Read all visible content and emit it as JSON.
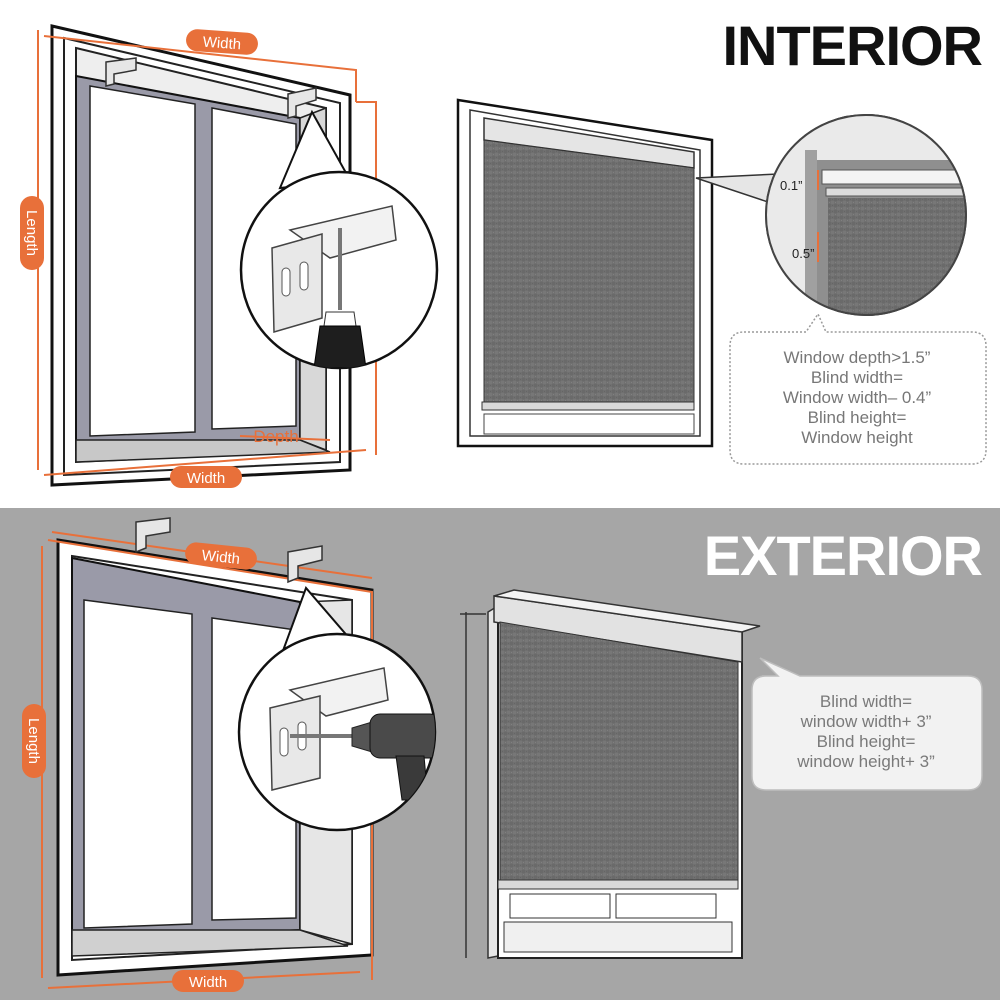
{
  "sections": {
    "interior": {
      "title": "INTERIOR"
    },
    "exterior": {
      "title": "EXTERIOR"
    }
  },
  "labels": {
    "width": "Width",
    "length": "Length",
    "depth": "Depth"
  },
  "interior_detail": {
    "gap_top": "0.1”",
    "gap_side": "0.5”"
  },
  "interior_note": {
    "lines": [
      "Window depth>1.5”",
      "Blind width=",
      "Window width– 0.4”",
      "Blind height=",
      "Window height"
    ]
  },
  "exterior_note": {
    "lines": [
      "Blind width=",
      "window width+ 3”",
      "Blind height=",
      "window height+ 3”"
    ]
  },
  "colors": {
    "accent_orange": "#e8703a",
    "fabric_gray": "#6f6f6f",
    "exterior_background": "#a6a6a6",
    "interior_background": "#ffffff"
  },
  "icons": {
    "bracket": "mounting-bracket-icon",
    "screwdriver": "screwdriver-icon",
    "drill": "power-drill-icon"
  }
}
